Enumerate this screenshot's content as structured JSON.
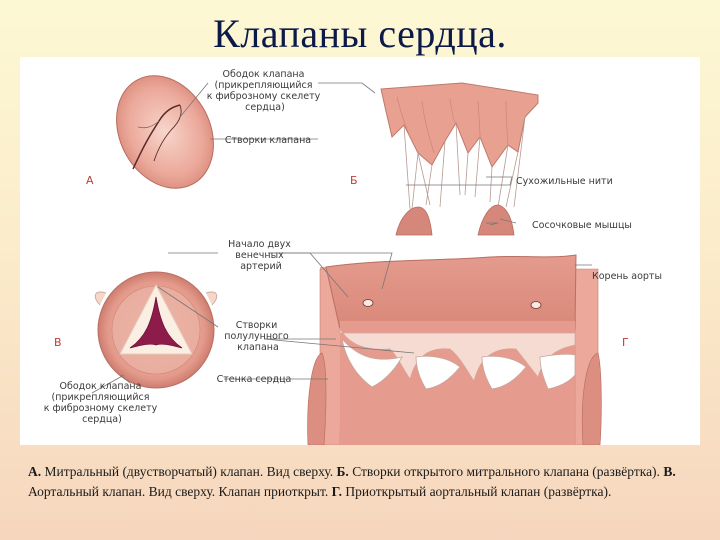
{
  "title": "Клапаны сердца.",
  "labels": {
    "rim_top": [
      "Ободок клапана",
      "(прикрепляющийся",
      "к фиброзному скелету",
      "сердца)"
    ],
    "cusps": "Створки клапана",
    "chordae": "Сухожильные нити",
    "papillary": "Сосочковые мышцы",
    "coronary": [
      "Начало двух",
      "венечных",
      "артерий"
    ],
    "aortic_root": "Корень аорты",
    "semilunar": [
      "Створки",
      "полулунного",
      "клапана"
    ],
    "heart_wall": "Стенка сердца",
    "rim_bottom": [
      "Ободок клапана",
      "(прикрепляющийся",
      "к фиброзному скелету",
      "сердца)"
    ]
  },
  "letters": {
    "a": "А",
    "b": "Б",
    "v": "В",
    "g": "Г"
  },
  "caption": {
    "a_key": "А.",
    "a_text": " Митральный (двустворчатый) клапан. Вид сверху. ",
    "b_key": "Б.",
    "b_text": "  Створки открытого митрального клапана (развёртка). ",
    "v_key": "В.",
    "v_text": "  Аортальный клапан. Вид сверху. Клапан приоткрыт. ",
    "g_key": "Г.",
    "g_text": "  Приоткрытый аортальный клапан (развёртка)."
  },
  "colors": {
    "tissue": "#e9a496",
    "tissue_dark": "#c9766b",
    "lumen": "#8e1c4a",
    "title": "#0c1a4a"
  }
}
